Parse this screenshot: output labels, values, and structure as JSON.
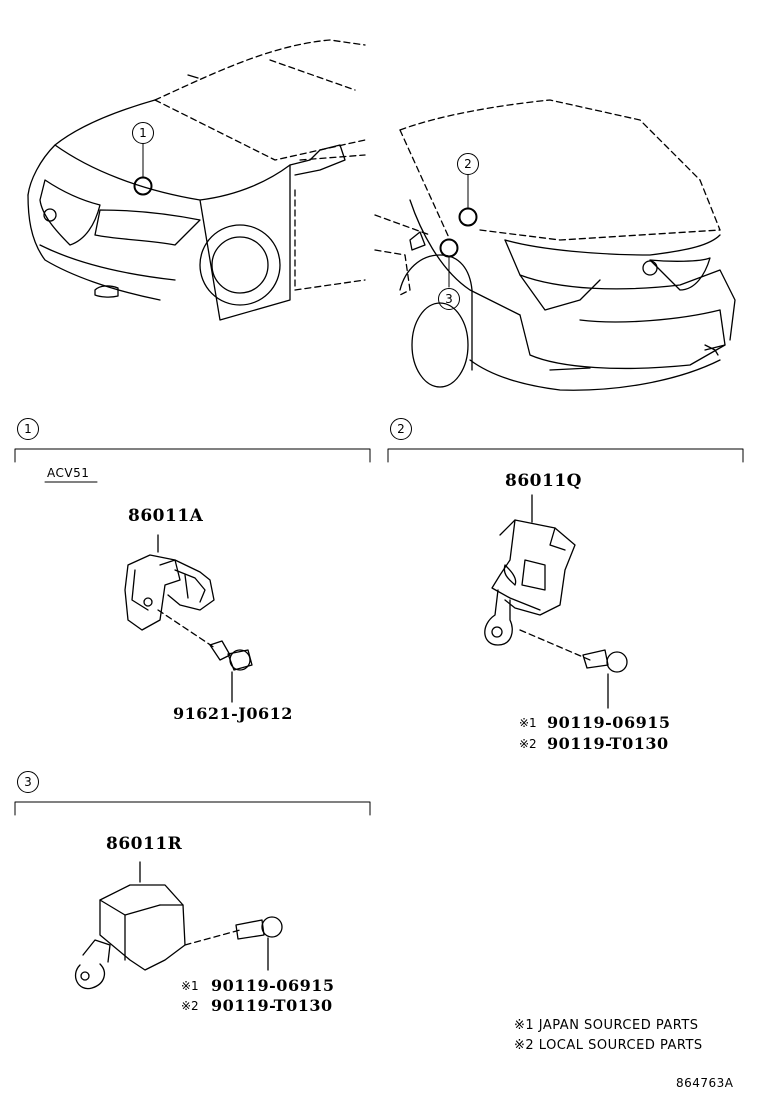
{
  "callouts": {
    "c1": "1",
    "c2": "2",
    "c3": "3",
    "s1": "1",
    "s2": "2",
    "s3": "3"
  },
  "sections": {
    "s1": {
      "model_code": "ACV51",
      "sensor_part": "86011A",
      "bolt_part": "91621-J0612"
    },
    "s2": {
      "sensor_part": "86011Q",
      "bolt_part_1_mark": "※1",
      "bolt_part_1": "90119-06915",
      "bolt_part_2_mark": "※2",
      "bolt_part_2": "90119-T0130"
    },
    "s3": {
      "sensor_part": "86011R",
      "bolt_part_1_mark": "※1",
      "bolt_part_1": "90119-06915",
      "bolt_part_2_mark": "※2",
      "bolt_part_2": "90119-T0130"
    }
  },
  "notes": {
    "note1": "※1 JAPAN SOURCED PARTS",
    "note2": "※2 LOCAL SOURCED PARTS"
  },
  "figure_id": "864763A"
}
